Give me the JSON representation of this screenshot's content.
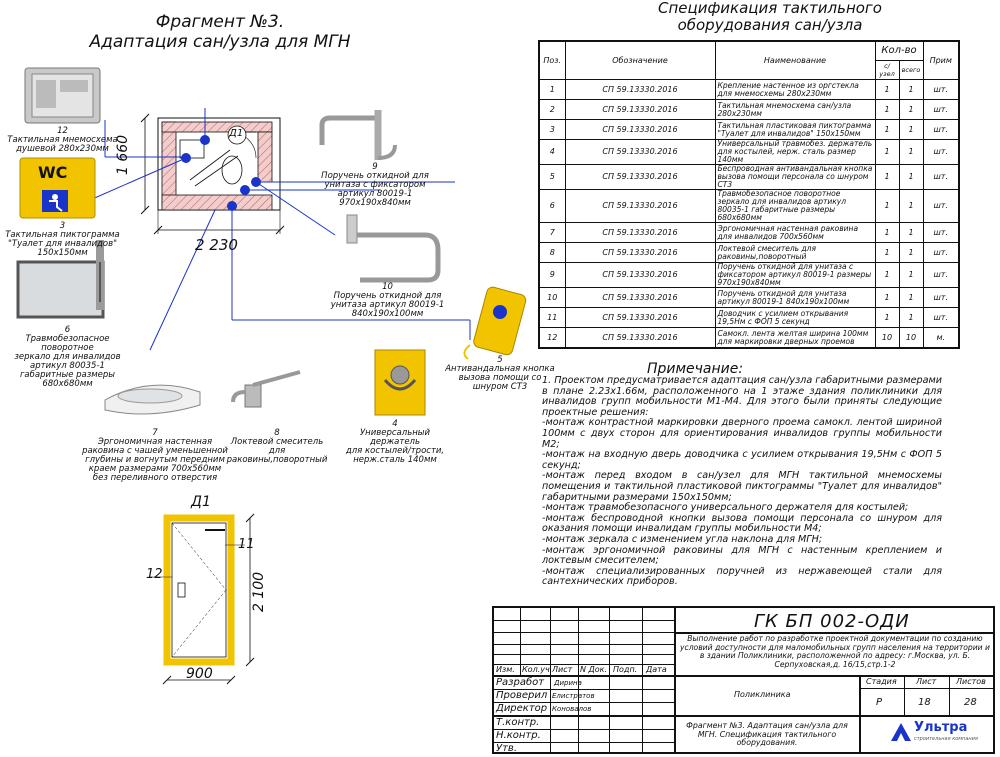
{
  "header": {
    "fragment_title": "Фрагмент №3.",
    "fragment_subtitle": "Адаптация сан/узла для МГН",
    "spec_title_1": "Спецификация тактильного",
    "spec_title_2": "оборудования сан/узла"
  },
  "plan": {
    "dim_width": "2 230",
    "dim_height": "1 660",
    "door_tag": "Д1",
    "door_detail_title": "Д1",
    "door_dim_width": "900",
    "door_dim_height": "2 100",
    "door_marker_11": "11",
    "door_marker_12": "12"
  },
  "spec_table": {
    "headers": {
      "pos": "Поз.",
      "designation": "Обозначение",
      "name": "Наименование",
      "qty": "Кол-во",
      "qty_unit": "с/узел",
      "qty_total": "всего",
      "note": "Прим"
    },
    "rows": [
      {
        "pos": "1",
        "code": "СП 59.13330.2016",
        "name": "Крепление настенное из оргстекла для мнемосхемы 280х230мм",
        "q1": "1",
        "q2": "1",
        "unit": "шт."
      },
      {
        "pos": "2",
        "code": "СП 59.13330.2016",
        "name": "Тактильная мнемосхема сан/узла 280х230мм",
        "q1": "1",
        "q2": "1",
        "unit": "шт."
      },
      {
        "pos": "3",
        "code": "СП 59.13330.2016",
        "name": "Тактильная пластиковая пиктограмма \"Туалет для инвалидов\" 150х150мм",
        "q1": "1",
        "q2": "1",
        "unit": "шт."
      },
      {
        "pos": "4",
        "code": "СП 59.13330.2016",
        "name": "Универсальный травмобез. держатель для костылей, нерж. сталь размер 140мм",
        "q1": "1",
        "q2": "1",
        "unit": "шт."
      },
      {
        "pos": "5",
        "code": "СП 59.13330.2016",
        "name": "Беспроводная антивандальная кнопка вызова помощи персонала со шнуром СТ3",
        "q1": "1",
        "q2": "1",
        "unit": "шт."
      },
      {
        "pos": "6",
        "code": "СП 59.13330.2016",
        "name": "Травмобезопасное поворотное зеркало для инвалидов артикул 80035-1 габаритные размеры 680х680мм",
        "q1": "1",
        "q2": "1",
        "unit": "шт."
      },
      {
        "pos": "7",
        "code": "СП 59.13330.2016",
        "name": "Эргономичная настенная раковина для инвалидов 700х560мм",
        "q1": "1",
        "q2": "1",
        "unit": "шт."
      },
      {
        "pos": "8",
        "code": "СП 59.13330.2016",
        "name": "Локтевой смеситель для раковины,поворотный",
        "q1": "1",
        "q2": "1",
        "unit": "шт."
      },
      {
        "pos": "9",
        "code": "СП 59.13330.2016",
        "name": "Поручень откидной для унитаза с фиксатором артикул 80019-1 размеры 970х190х840мм",
        "q1": "1",
        "q2": "1",
        "unit": "шт."
      },
      {
        "pos": "10",
        "code": "СП 59.13330.2016",
        "name": "Поручень откидной для унитаза артикул 80019-1 840х190х100мм",
        "q1": "1",
        "q2": "1",
        "unit": "шт."
      },
      {
        "pos": "11",
        "code": "СП 59.13330.2016",
        "name": "Доводчик с усилием открывания 19,5Нм с ФОП 5 секунд",
        "q1": "1",
        "q2": "1",
        "unit": "шт."
      },
      {
        "pos": "12",
        "code": "СП 59.13330.2016",
        "name": "Самокл. лента желтая ширина 100мм для маркировки дверных проемов",
        "q1": "10",
        "q2": "10",
        "unit": "м."
      }
    ]
  },
  "captions": {
    "c12": [
      "12",
      "Тактильная мнемосхема",
      "душевой 280х230мм"
    ],
    "c3": [
      "3",
      "Тактильная пиктограмма",
      "\"Туалет для инвалидов\"",
      "150х150мм"
    ],
    "c6": [
      "6",
      "Травмобезопасное поворотное",
      "зеркало для инвалидов",
      "артикул 80035-1",
      "габаритные размеры 680х680мм"
    ],
    "c9": [
      "9",
      "Поручень откидной для",
      "унитаза с фиксатором",
      "артикул 80019-1",
      "970х190х840мм"
    ],
    "c10": [
      "10",
      "Поручень откидной для",
      "унитаза артикул 80019-1",
      "840х190х100мм"
    ],
    "c5": [
      "5",
      "Антивандальная кнопка",
      "вызова помощи со",
      "шнуром СТ3"
    ],
    "c7": [
      "7",
      "Эргономичная настенная",
      "раковина с чашей уменьшенной",
      "глубины и вогнутым передним",
      "краем размерами 700х560мм",
      "без переливного отверстия"
    ],
    "c8": [
      "8",
      "Локтевой смеситель для",
      "раковины,поворотный"
    ],
    "c4": [
      "4",
      "Универсальный",
      "держатель",
      "для костылей/трости,",
      "нерж.сталь 140мм"
    ],
    "wc_sign": "WC"
  },
  "note": {
    "title": "Примечание:",
    "lines": [
      "1. Проектом предусматривается адаптация сан/узла габаритными размерами в плане 2.23х1.66м, расположенного на 1 этаже здания поликлиники для инвалидов групп мобильности М1-М4. Для этого были приняты следующие проектные решения:",
      "-монтаж контрастной маркировки дверного проема самокл. лентой шириной 100мм с двух сторон для ориентирования инвалидов группы мобильности М2;",
      "-монтаж на входную дверь доводчика с усилием открывания 19,5Нм с ФОП 5 секунд;",
      "-монтаж перед входом в сан/узел для МГН тактильной мнемосхемы помещения и тактильной пластиковой пиктограммы \"Туалет для инвалидов\" габаритными размерами 150х150мм;",
      "-монтаж травмобезопасного универсального держателя для костылей;",
      "-монтаж беспроводной кнопки вызова помощи персонала со шнуром для оказания помощи инвалидам группы мобильности М4;",
      "-монтаж зеркала с изменением угла наклона для МГН;",
      "-монтаж эргономичной раковины для МГН с настенным креплением и локтевым смесителем;",
      "-монтаж специализированных поручней из нержавеющей стали для сантехнических приборов."
    ]
  },
  "stamp": {
    "doc_code": "ГК БП 002-ОДИ",
    "description": "Выполнение работ по разработке проектной документации по созданию условий доступности для маломобильных групп населения на территории и в здании Поликлиники, расположенной по адресу: г.Москва, ул. Б. Серпуховская,д. 16/15,стр.1-2",
    "object": "Поликлиника",
    "sheet_title": "Фрагмент №3. Адаптация сан/узла для МГН. Спецификация тактильного оборудования.",
    "col_izm": "Изм.",
    "col_kol": "Кол.уч",
    "col_list": "Лист",
    "col_ndok": "N Док.",
    "col_podp": "Подп.",
    "col_data": "Дата",
    "role_razrab": "Разработ",
    "role_prover": "Проверил",
    "role_director": "Директор",
    "role_tkontr": "Т.контр.",
    "role_nkontr": "Н.контр.",
    "role_utv": "Утв.",
    "name_razrab": "Дирина",
    "name_prover": "Елистратов",
    "name_director": "Коновалов",
    "stage_label": "Стадия",
    "sheet_label": "Лист",
    "sheets_label": "Листов",
    "stage": "Р",
    "sheet": "18",
    "sheets": "28",
    "company": "Ультра",
    "company_sub": "строительная компания"
  },
  "colors": {
    "accent_blue": "#1a33c9",
    "door_yellow": "#f2c400",
    "wall_hatch": "#e8b8b8"
  }
}
